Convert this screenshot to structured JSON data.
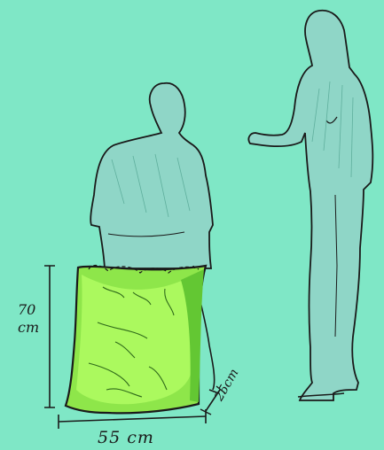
{
  "dimensions": {
    "height_value": "70",
    "height_unit": "cm",
    "depth": "25cm",
    "width": "55 cm"
  },
  "colors": {
    "background": "#7fe7c6",
    "figure_fill": "#8fd6c7",
    "bag_light": "#b4ff66",
    "bag_mid": "#8ee64a",
    "bag_dark": "#63c733",
    "ink": "#1a1a1a"
  }
}
